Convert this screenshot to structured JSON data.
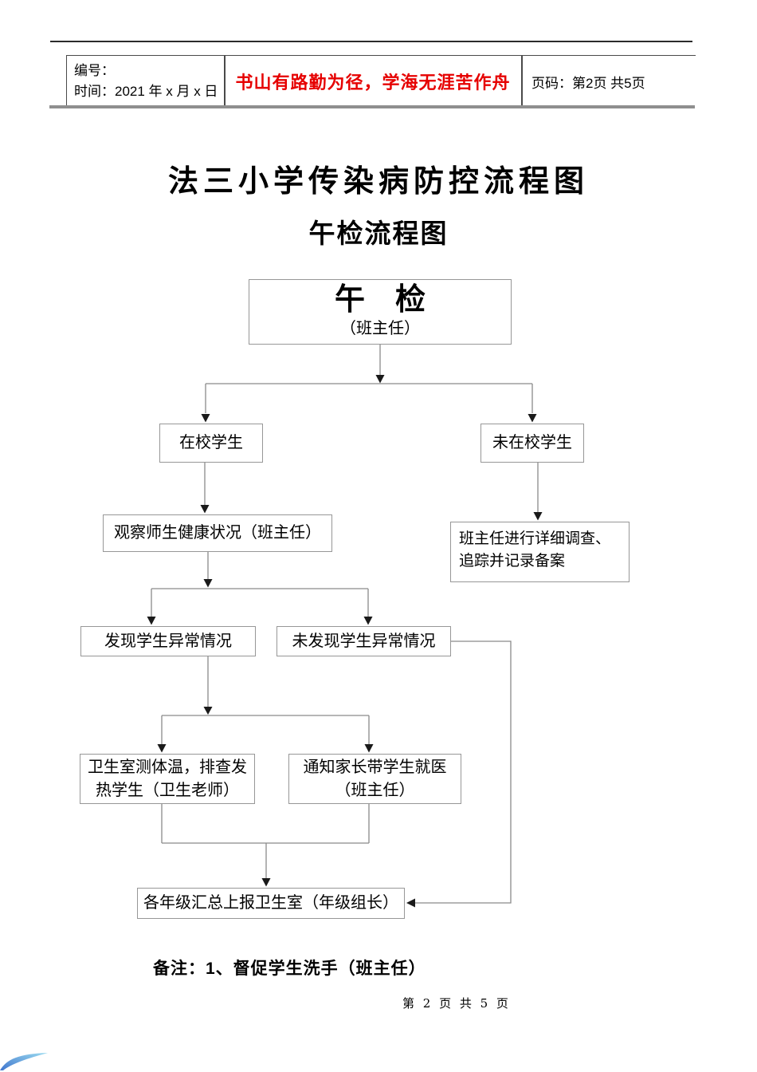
{
  "page": {
    "header": {
      "code_label": "编号：",
      "time_label": "时间：2021 年 x 月 x 日",
      "slogan": "书山有路勤为径，学海无涯苦作舟",
      "page_label": "页码：第2页 共5页"
    },
    "title": "法三小学传染病防控流程图",
    "subtitle": "午检流程图",
    "note": "备注：1、督促学生洗手（班主任）",
    "footer_page": "第 2 页 共 5 页"
  },
  "flowchart": {
    "b1": {
      "line1": "午　检",
      "line2": "（班主任）"
    },
    "b2": {
      "line1": "在校学生"
    },
    "b3": {
      "line1": "未在校学生"
    },
    "b4": {
      "line1": "观察师生健康状况（班主任）"
    },
    "b5": {
      "line1": "班主任进行详细调查、",
      "line2": "追踪并记录备案"
    },
    "b6": {
      "line1": "发现学生异常情况"
    },
    "b7": {
      "line1": "未发现学生异常情况"
    },
    "b8": {
      "line1": "卫生室测体温，排查发",
      "line2": "热学生（卫生老师）"
    },
    "b9": {
      "line1": "通知家长带学生就医",
      "line2": "（班主任）"
    },
    "b10": {
      "line1": "各年级汇总上报卫生室（年级组长）"
    }
  },
  "colors": {
    "slogan_red": "#e60000",
    "box_border_gray": "#979797",
    "connector_gray": "#8a8a8a",
    "arrow_black": "#1a1a1a",
    "rule_dark": "#2b2b2b",
    "rule_gray": "#8f8f8f",
    "deco_blue_dark": "#2a66c8",
    "deco_blue_light": "#8fd6ee"
  }
}
